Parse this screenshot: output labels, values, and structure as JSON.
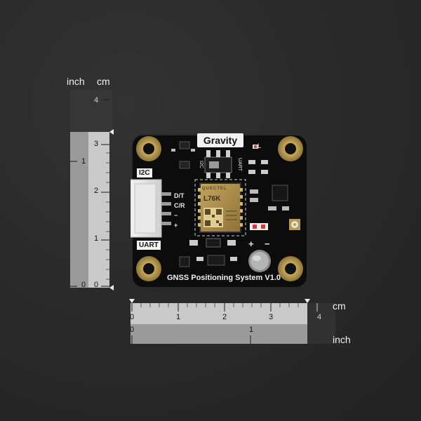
{
  "photo": {
    "board_title": "Gravity",
    "board_subtitle": "GNSS Positioning System V1.0",
    "module_brand": "QUECTEL",
    "module_model": "L76K",
    "labels": {
      "i2c": "I2C",
      "uart": "UART",
      "switch_i2c": "I2C",
      "switch_uart": "UART",
      "led": "L",
      "plus": "+",
      "minus": "−"
    },
    "header_pins": [
      "D/T",
      "C/R",
      "−",
      "+"
    ]
  },
  "vertical_ruler": {
    "units": [
      "inch",
      "cm"
    ],
    "cm_ticks": [
      "4",
      "3",
      "2",
      "1",
      "0"
    ],
    "inch_ticks": [
      "1",
      "0"
    ]
  },
  "horizontal_ruler": {
    "unit_top": "cm",
    "unit_bottom": "inch",
    "cm_ticks": [
      "0",
      "1",
      "2",
      "3",
      "4"
    ],
    "inch_ticks": [
      "0",
      "1"
    ]
  },
  "colors": {
    "pcb": "#0d0d0d",
    "gold": "#b99b52",
    "module": "#a98a4a",
    "header": "#e6e6e6",
    "ruler_light": "#bdbdbd",
    "ruler_dark": "#8f8f8f"
  }
}
